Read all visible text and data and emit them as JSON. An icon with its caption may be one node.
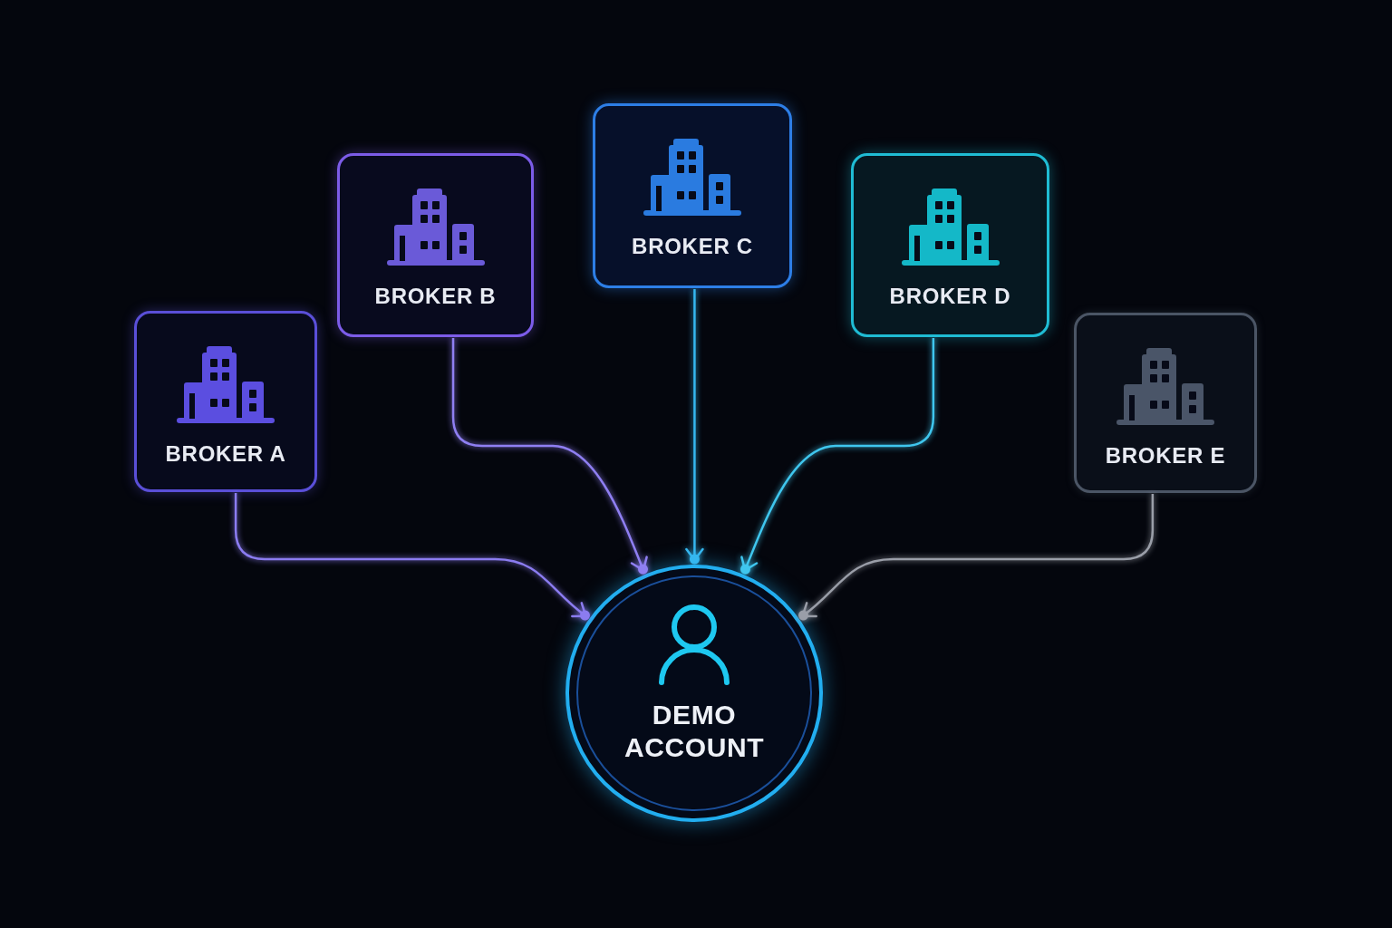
{
  "diagram": {
    "nodes": [
      {
        "text": [
          "BROKER A"
        ]
      },
      {
        "text": [
          "BROKER B"
        ]
      },
      {
        "text": [
          "BROKER C"
        ]
      },
      {
        "text": [
          "BROKER D"
        ]
      },
      {
        "text": [
          "BROKER E"
        ]
      },
      {
        "text": [
          "DEMO ACCOUNT"
        ]
      }
    ],
    "edges": [
      {
        "from": 0,
        "to": 5,
        "arrow": "to",
        "color": "#8b7cf0"
      },
      {
        "from": 1,
        "to": 5,
        "arrow": "to",
        "color": "#8f7ff2"
      },
      {
        "from": 2,
        "to": 5,
        "arrow": "to",
        "color": "#35b7f0"
      },
      {
        "from": 3,
        "to": 5,
        "arrow": "to",
        "color": "#3fc6ee"
      },
      {
        "from": 4,
        "to": 5,
        "arrow": "to",
        "color": "#9a9ea8"
      }
    ]
  }
}
